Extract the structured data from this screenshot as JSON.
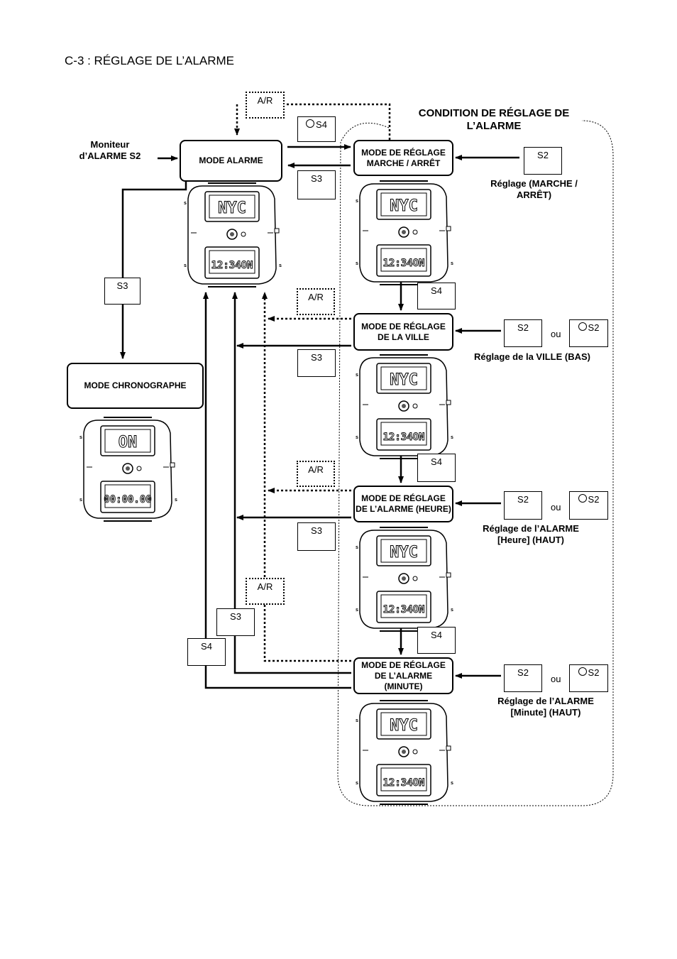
{
  "title": "C-3 : RÉGLAGE DE L’ALARME",
  "condition": "CONDITION DE RÉGLAGE DE L’ALARME",
  "monitor_label": "Moniteur d’ALARME S2",
  "modes": {
    "alarm": "MODE ALARME",
    "on_off": "MODE DE RÉGLAGE MARCHE / ARRÊT",
    "city": "MODE DE RÉGLAGE DE LA VILLE",
    "hour": "MODE DE RÉGLAGE DE L’ALARME (HEURE)",
    "minute": "MODE DE RÉGLAGE DE L’ALARME (MINUTE)",
    "chrono": "MODE CHRONOGRAPHE"
  },
  "keys": {
    "ar": "A/R",
    "s2": "S2",
    "s3": "S3",
    "s4": "S4",
    "ou": "ou"
  },
  "settings": {
    "on_off": "Réglage (MARCHE / ARRÊT)",
    "city": "Réglage de la VILLE (BAS)",
    "hour": "Réglage de l’ALARME [Heure] (HAUT)",
    "minute": "Réglage de l’ALARME [Minute] (HAUT)"
  },
  "displays": {
    "top": "NYC",
    "bottom": "12:34ON",
    "chrono_top": "ON",
    "chrono_bottom": "00:00.00"
  }
}
